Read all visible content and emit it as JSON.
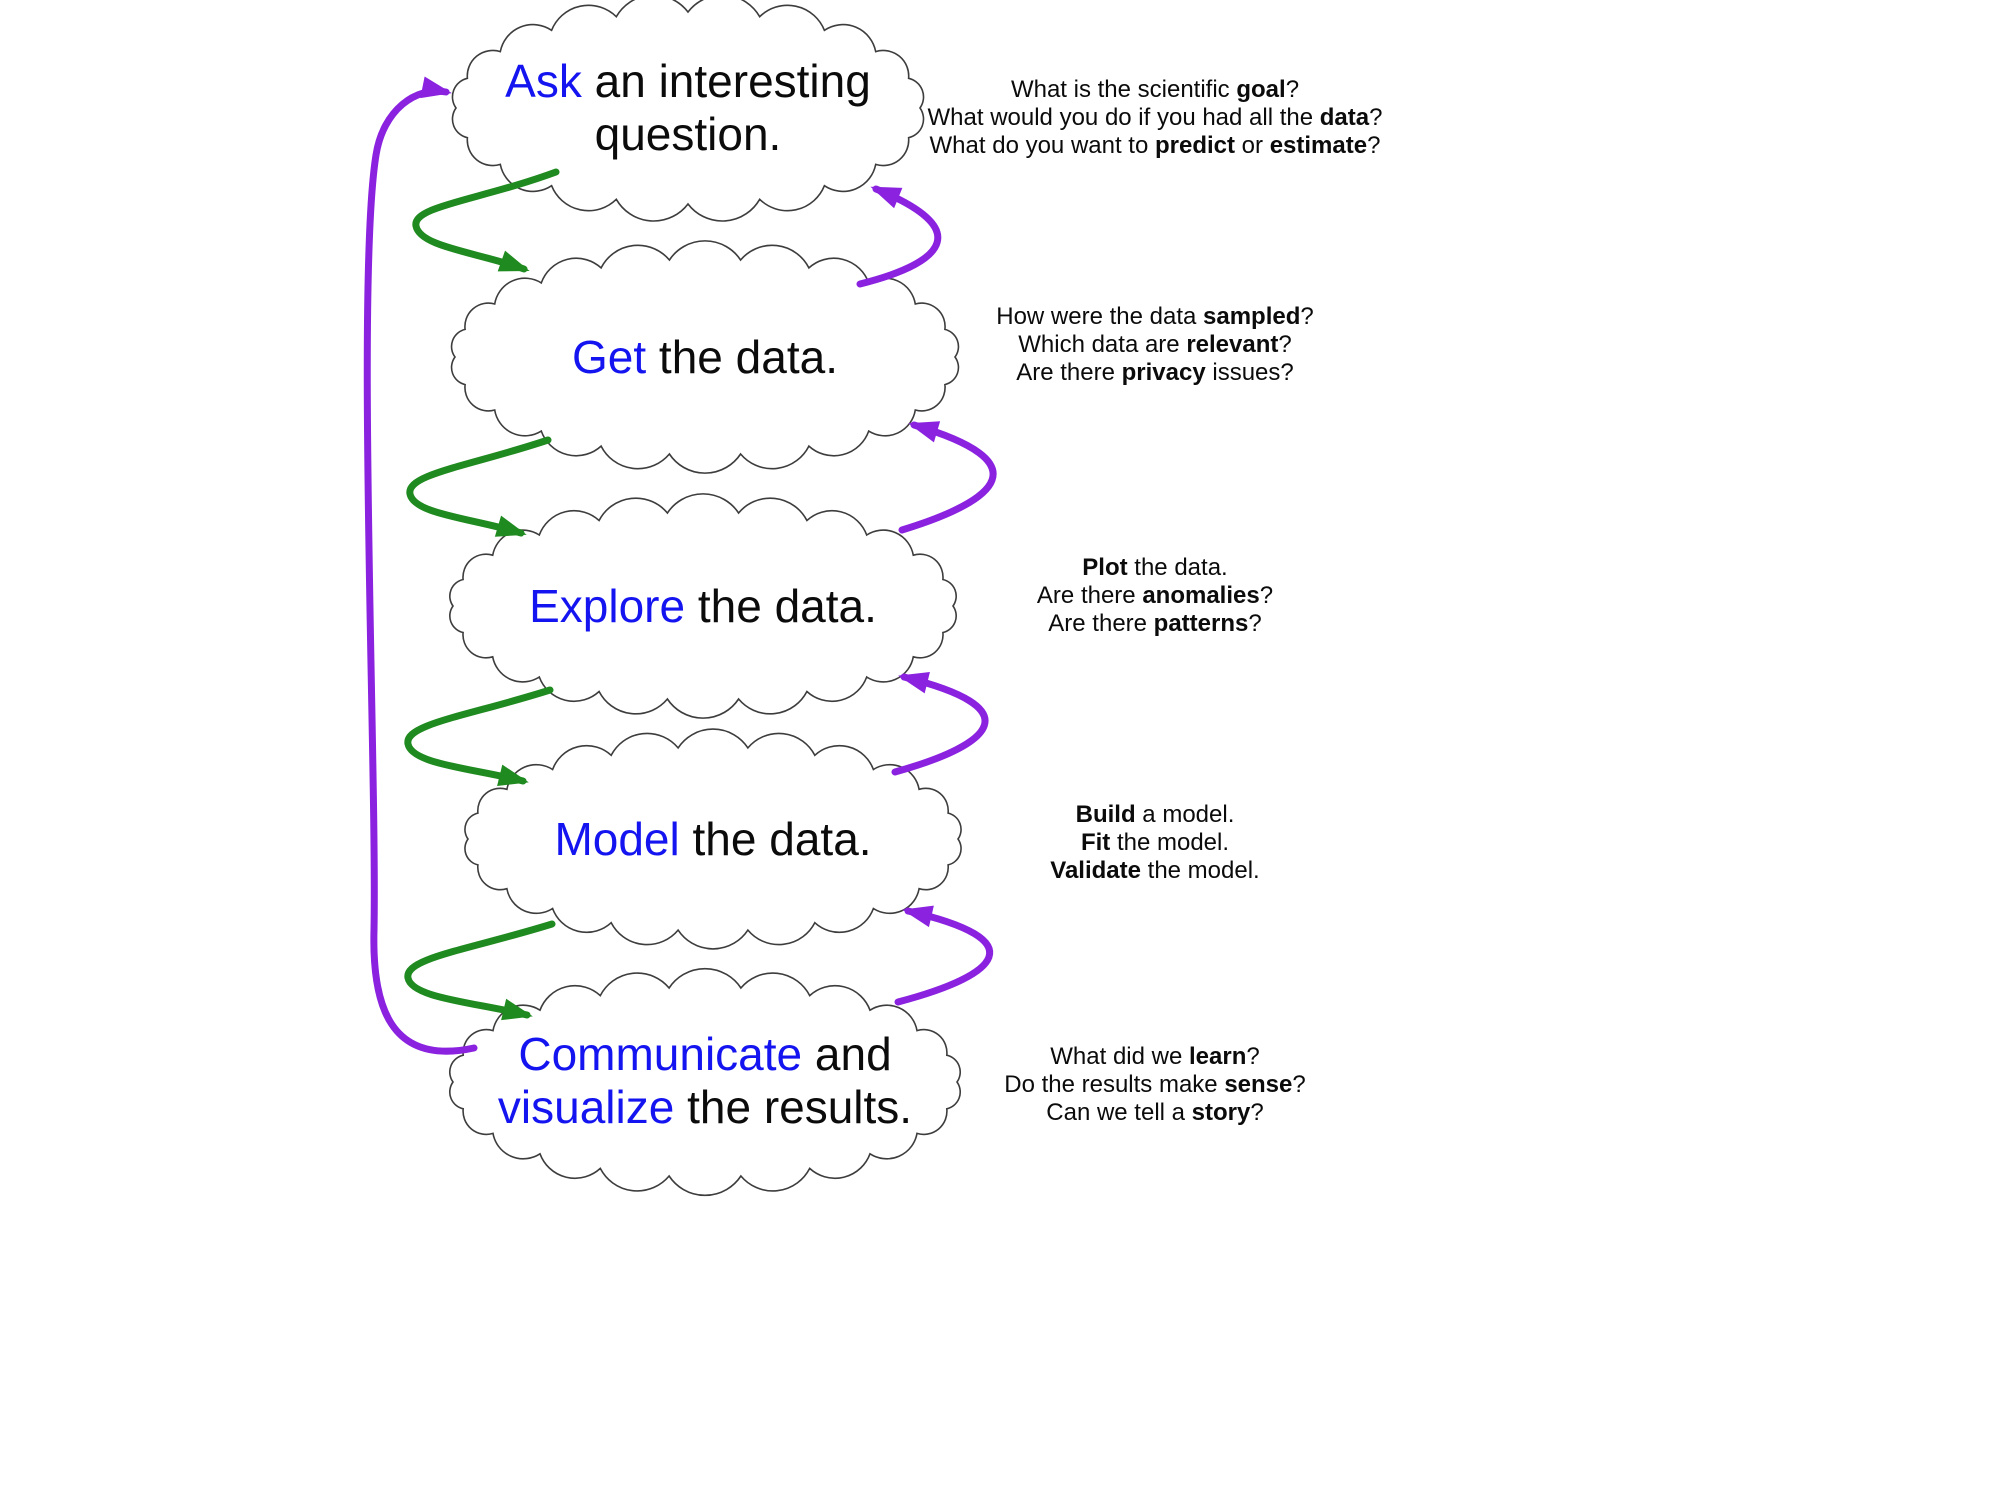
{
  "colors": {
    "keyword_blue": "#1414f0",
    "arrow_green": "#1f8a1f",
    "arrow_purple": "#8a22e0",
    "cloud_stroke": "#3d3d3d",
    "text": "#0b0b0b"
  },
  "clouds": [
    {
      "id": "ask",
      "segments": [
        {
          "text": "Ask",
          "blue": true
        },
        {
          "text": " an interesting question."
        }
      ]
    },
    {
      "id": "get",
      "segments": [
        {
          "text": "Get",
          "blue": true
        },
        {
          "text": " the data."
        }
      ]
    },
    {
      "id": "explore",
      "segments": [
        {
          "text": "Explore",
          "blue": true
        },
        {
          "text": " the data."
        }
      ]
    },
    {
      "id": "model",
      "segments": [
        {
          "text": "Model",
          "blue": true
        },
        {
          "text": " the data."
        }
      ]
    },
    {
      "id": "communicate",
      "segments": [
        {
          "text": "Communicate",
          "blue": true
        },
        {
          "text": " and "
        },
        {
          "text": "visualize",
          "blue": true
        },
        {
          "text": " the results."
        }
      ]
    }
  ],
  "annotations": [
    {
      "lines": [
        [
          {
            "text": "What is the scientific "
          },
          {
            "text": "goal",
            "bold": true
          },
          {
            "text": "?"
          }
        ],
        [
          {
            "text": "What would you do if you had all the "
          },
          {
            "text": "data",
            "bold": true
          },
          {
            "text": "?"
          }
        ],
        [
          {
            "text": "What do you want to "
          },
          {
            "text": "predict",
            "bold": true
          },
          {
            "text": " or "
          },
          {
            "text": "estimate",
            "bold": true
          },
          {
            "text": "?"
          }
        ]
      ]
    },
    {
      "lines": [
        [
          {
            "text": "How were the data "
          },
          {
            "text": "sampled",
            "bold": true
          },
          {
            "text": "?"
          }
        ],
        [
          {
            "text": "Which data are "
          },
          {
            "text": "relevant",
            "bold": true
          },
          {
            "text": "?"
          }
        ],
        [
          {
            "text": "Are there "
          },
          {
            "text": "privacy",
            "bold": true
          },
          {
            "text": " issues?"
          }
        ]
      ]
    },
    {
      "lines": [
        [
          {
            "text": "Plot",
            "bold": true
          },
          {
            "text": " the data."
          }
        ],
        [
          {
            "text": "Are there "
          },
          {
            "text": "anomalies",
            "bold": true
          },
          {
            "text": "?"
          }
        ],
        [
          {
            "text": "Are there "
          },
          {
            "text": "patterns",
            "bold": true
          },
          {
            "text": "?"
          }
        ]
      ]
    },
    {
      "lines": [
        [
          {
            "text": "Build",
            "bold": true
          },
          {
            "text": " a model."
          }
        ],
        [
          {
            "text": "Fit",
            "bold": true
          },
          {
            "text": " the model."
          }
        ],
        [
          {
            "text": "Validate",
            "bold": true
          },
          {
            "text": " the model."
          }
        ]
      ]
    },
    {
      "lines": [
        [
          {
            "text": "What did we "
          },
          {
            "text": "learn",
            "bold": true
          },
          {
            "text": "?"
          }
        ],
        [
          {
            "text": "Do the results make "
          },
          {
            "text": "sense",
            "bold": true
          },
          {
            "text": "?"
          }
        ],
        [
          {
            "text": "Can we tell a "
          },
          {
            "text": "story",
            "bold": true
          },
          {
            "text": "?"
          }
        ]
      ]
    }
  ]
}
